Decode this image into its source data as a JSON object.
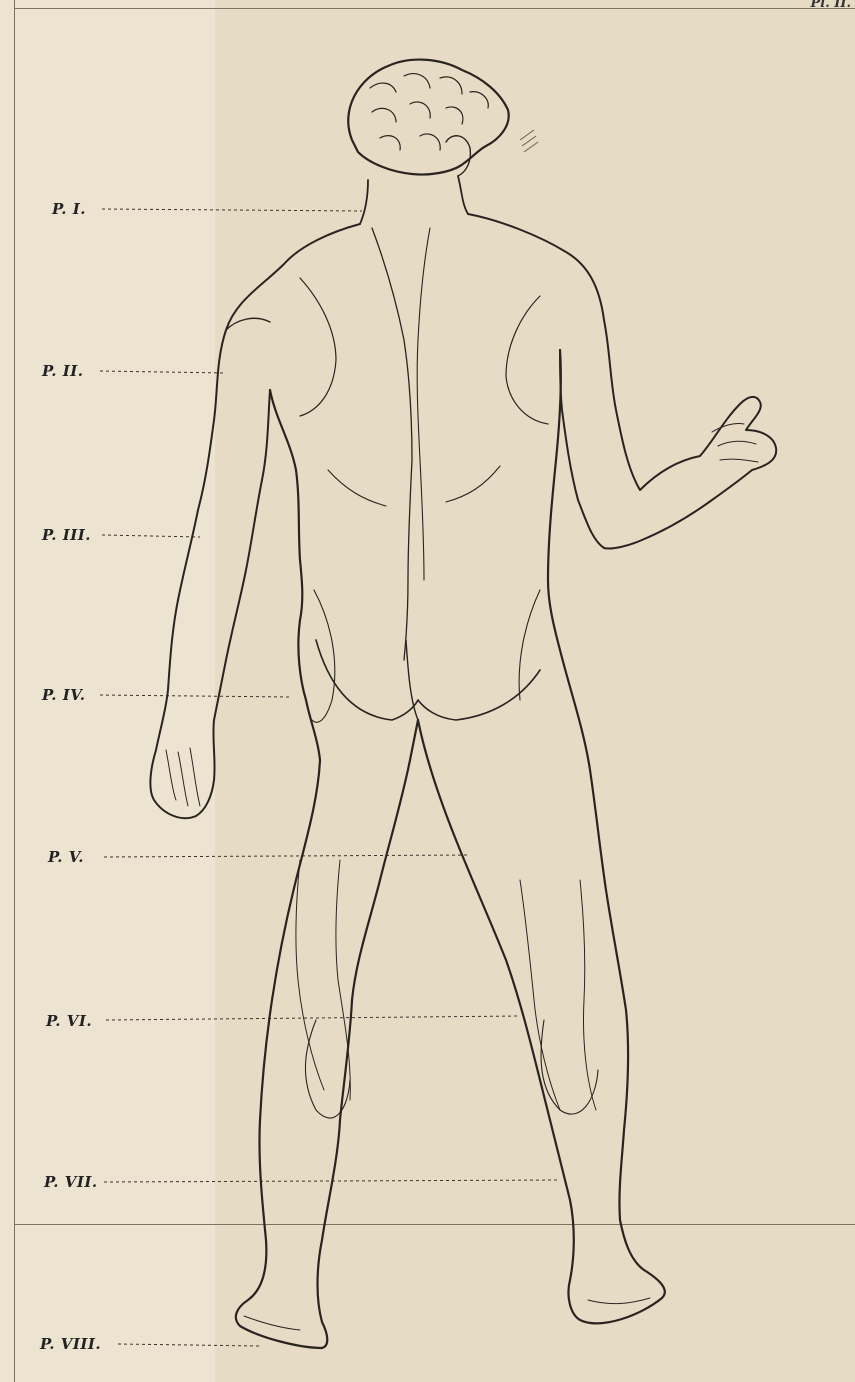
{
  "plate": {
    "number": "Pl. II."
  },
  "levels": [
    {
      "label": "P. I."
    },
    {
      "label": "P. II."
    },
    {
      "label": "P. III."
    },
    {
      "label": "P. IV."
    },
    {
      "label": "P. V."
    },
    {
      "label": "P. VI."
    },
    {
      "label": "P. VII."
    },
    {
      "label": "P. VIII."
    }
  ],
  "colors": {
    "paper_light": "#ece4d1",
    "paper_dark": "#e6dcc5",
    "ink": "#2a2420"
  }
}
